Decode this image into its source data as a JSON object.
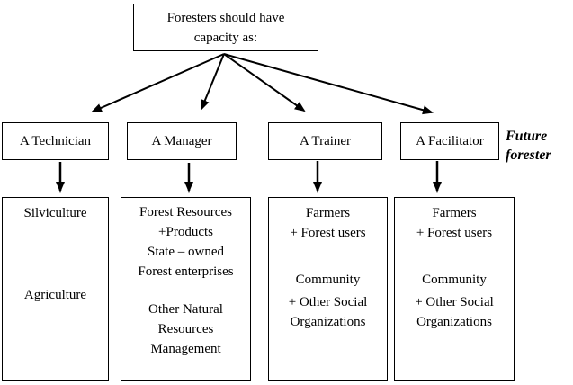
{
  "colors": {
    "background": "#ffffff",
    "border": "#000000",
    "line": "#000000",
    "text": "#000000"
  },
  "root_box": {
    "line1": "Foresters should have",
    "line2": "capacity as:"
  },
  "roles": {
    "technician": "A Technician",
    "manager": "A Manager",
    "trainer": "A Trainer",
    "facilitator": "A Facilitator"
  },
  "side_note": {
    "line1": "Future",
    "line2": "forester"
  },
  "details": {
    "technician": {
      "group1": [
        "Silviculture"
      ],
      "group2": [
        "Agriculture"
      ]
    },
    "manager": {
      "group1": [
        "Forest Resources",
        "+Products",
        "State – owned",
        "Forest enterprises"
      ],
      "group2": [
        "Other Natural",
        "Resources",
        "Management"
      ]
    },
    "trainer": {
      "group1": [
        "Farmers",
        "+ Forest users"
      ],
      "group2": [
        "Community"
      ],
      "group3": [
        "+ Other Social",
        "Organizations"
      ]
    },
    "facilitator": {
      "group1": [
        "Farmers",
        "+ Forest users"
      ],
      "group2": [
        "Community"
      ],
      "group3": [
        "+ Other Social",
        "Organizations"
      ]
    }
  },
  "edges": [
    {
      "from": "root",
      "to": "technician"
    },
    {
      "from": "root",
      "to": "manager"
    },
    {
      "from": "root",
      "to": "trainer"
    },
    {
      "from": "root",
      "to": "facilitator"
    },
    {
      "from": "technician",
      "to": "technician-details"
    },
    {
      "from": "manager",
      "to": "manager-details"
    },
    {
      "from": "trainer",
      "to": "trainer-details"
    },
    {
      "from": "facilitator",
      "to": "facilitator-details"
    }
  ]
}
